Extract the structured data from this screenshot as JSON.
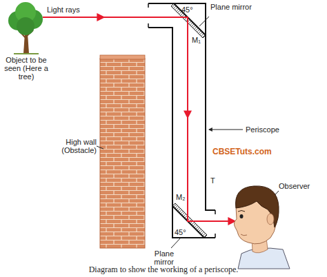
{
  "diagram": {
    "caption": "Diagram to show the working of a periscope.",
    "labels": [
      "Light rays",
      "Object to be seen (Here a tree)",
      "45°",
      "Plane mirror",
      "M₁",
      "Periscope",
      "CBSETuts.com",
      "High wall (Obstacle)",
      "T",
      "Observer",
      "M₂",
      "45°",
      "Plane mirror"
    ]
  }
}
